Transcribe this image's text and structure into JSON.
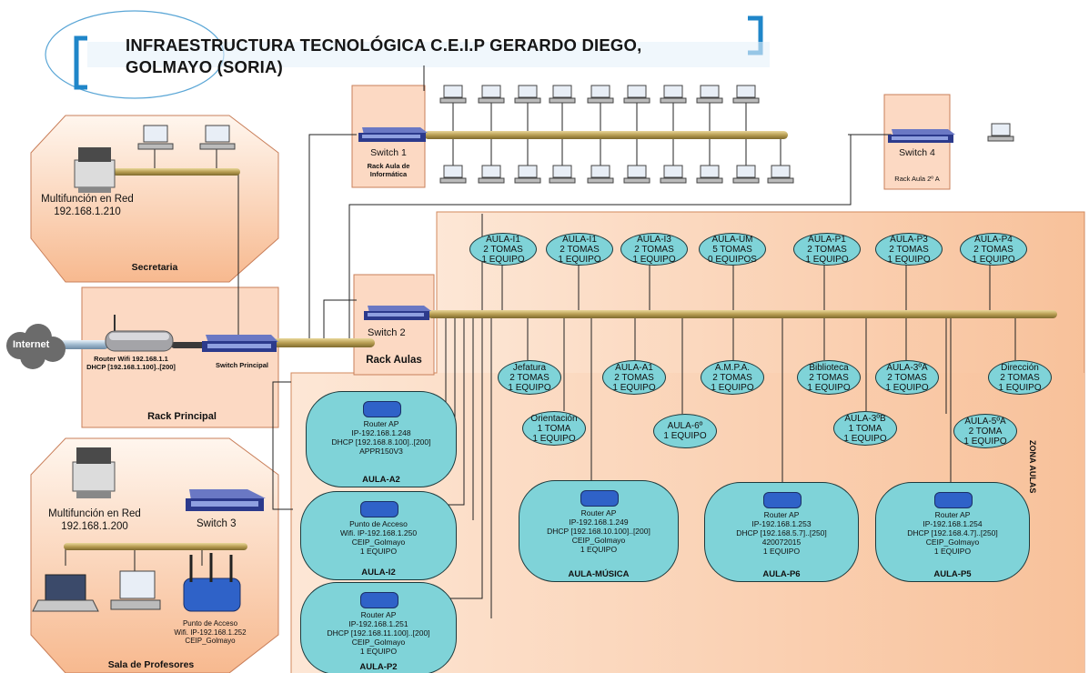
{
  "title": {
    "line1": "INFRAESTRUCTURA TECNOLÓGICA C.E.I.P GERARDO DIEGO,",
    "line2": "GOLMAYO (SORIA)"
  },
  "internet": "Internet",
  "secretaria": {
    "label": "Secretaria",
    "printer_line1": "Multifunción en Red",
    "printer_line2": "192.168.1.210"
  },
  "rack_principal": {
    "label": "Rack Principal",
    "router_line1": "Router Wifi 192.168.1.1",
    "router_line2": "DHCP [192.168.1.100]..[200]",
    "switch_label": "Switch  Principal"
  },
  "switch1": {
    "label": "Switch 1",
    "sub1": "Rack Aula de",
    "sub2": "Informática"
  },
  "switch4": {
    "label": "Switch 4",
    "sub": "Rack Aula 2º A"
  },
  "rack_aulas": {
    "switch_label": "Switch 2",
    "label": "Rack Aulas"
  },
  "sala_profesores": {
    "label": "Sala de Profesores",
    "printer_line1": "Multifunción en Red",
    "printer_line2": "192.168.1.200",
    "switch_label": "Switch  3",
    "ap_line1": "Punto de Acceso",
    "ap_line2": "Wifi.  IP-192.168.1.252",
    "ap_line3": "CEIP_Golmayo"
  },
  "zona_aulas": "ZONA AULAS",
  "top_rooms": [
    {
      "l1": "AULA-I1",
      "l2": "2 TOMAS",
      "l3": "1 EQUIPO"
    },
    {
      "l1": "AULA-I1",
      "l2": "2 TOMAS",
      "l3": "1 EQUIPO"
    },
    {
      "l1": "AULA-I3",
      "l2": "2 TOMAS",
      "l3": "1 EQUIPO"
    },
    {
      "l1": "AULA-UM",
      "l2": "5 TOMAS",
      "l3": "0 EQUIPOS"
    },
    {
      "l1": "AULA-P1",
      "l2": "2 TOMAS",
      "l3": "1 EQUIPO"
    },
    {
      "l1": "AULA-P3",
      "l2": "2 TOMAS",
      "l3": "1 EQUIPO"
    },
    {
      "l1": "AULA-P4",
      "l2": "2 TOMAS",
      "l3": "1 EQUIPO"
    }
  ],
  "mid_rooms": [
    {
      "l1": "Jefatura",
      "l2": "2 TOMAS",
      "l3": "1 EQUIPO"
    },
    {
      "l1": "AULA-A1",
      "l2": "2 TOMAS",
      "l3": "1 EQUIPO"
    },
    {
      "l1": "A.M.P.A.",
      "l2": "2 TOMAS",
      "l3": "1 EQUIPO"
    },
    {
      "l1": "Biblioteca",
      "l2": "2 TOMAS",
      "l3": "1 EQUIPO"
    },
    {
      "l1": "AULA-3ºA",
      "l2": "2 TOMAS",
      "l3": "1 EQUIPO"
    },
    {
      "l1": "Dirección",
      "l2": "2 TOMAS",
      "l3": "1 EQUIPO"
    }
  ],
  "low_rooms": [
    {
      "l1": "Orientación",
      "l2": "1 TOMA",
      "l3": "1 EQUIPO"
    },
    {
      "l1": "AULA-6º",
      "l2": "1 EQUIPO",
      "l3": ""
    },
    {
      "l1": "AULA-3ºB",
      "l2": "1 TOMA",
      "l3": "1 EQUIPO"
    },
    {
      "l1": "AULA-5ºA",
      "l2": "2 TOMA",
      "l3": "1 EQUIPO"
    }
  ],
  "aps": [
    {
      "lines": [
        "Router AP",
        "IP-192.168.1.248",
        "DHCP [192.168.8.100]..[200]",
        "APPR150V3"
      ],
      "label": "AULA-A2"
    },
    {
      "lines": [
        "Punto de Acceso",
        "Wifi.  IP-192.168.1.250",
        "CEIP_Golmayo",
        "1 EQUIPO"
      ],
      "label": "AULA-I2"
    },
    {
      "lines": [
        "Router AP",
        "IP-192.168.1.251",
        "DHCP [192.168.11.100]..[200]",
        "CEIP_Golmayo",
        "1 EQUIPO"
      ],
      "label": "AULA-P2"
    },
    {
      "lines": [
        "Router AP",
        "IP-192.168.1.249",
        "DHCP [192.168.10.100]..[200]",
        "CEIP_Golmayo",
        "1 EQUIPO"
      ],
      "label": "AULA-MÚSICA"
    },
    {
      "lines": [
        "Router AP",
        "IP-192.168.1.253",
        "DHCP [192.168.5.7]..[250]",
        "420072015",
        "1 EQUIPO"
      ],
      "label": "AULA-P6"
    },
    {
      "lines": [
        "Router AP",
        "IP-192.168.1.254",
        "DHCP [192.168.4.7]..[250]",
        "CEIP_Golmayo",
        "1 EQUIPO"
      ],
      "label": "AULA-P5"
    }
  ],
  "colors": {
    "rack_fill": "#fcd9c3",
    "zone_fill": "#fbd3b6",
    "oval_fill": "#7fd3d8",
    "bus": "#b9a25d",
    "switch": "#3b4fa6",
    "bracket": "#1f86c9"
  }
}
